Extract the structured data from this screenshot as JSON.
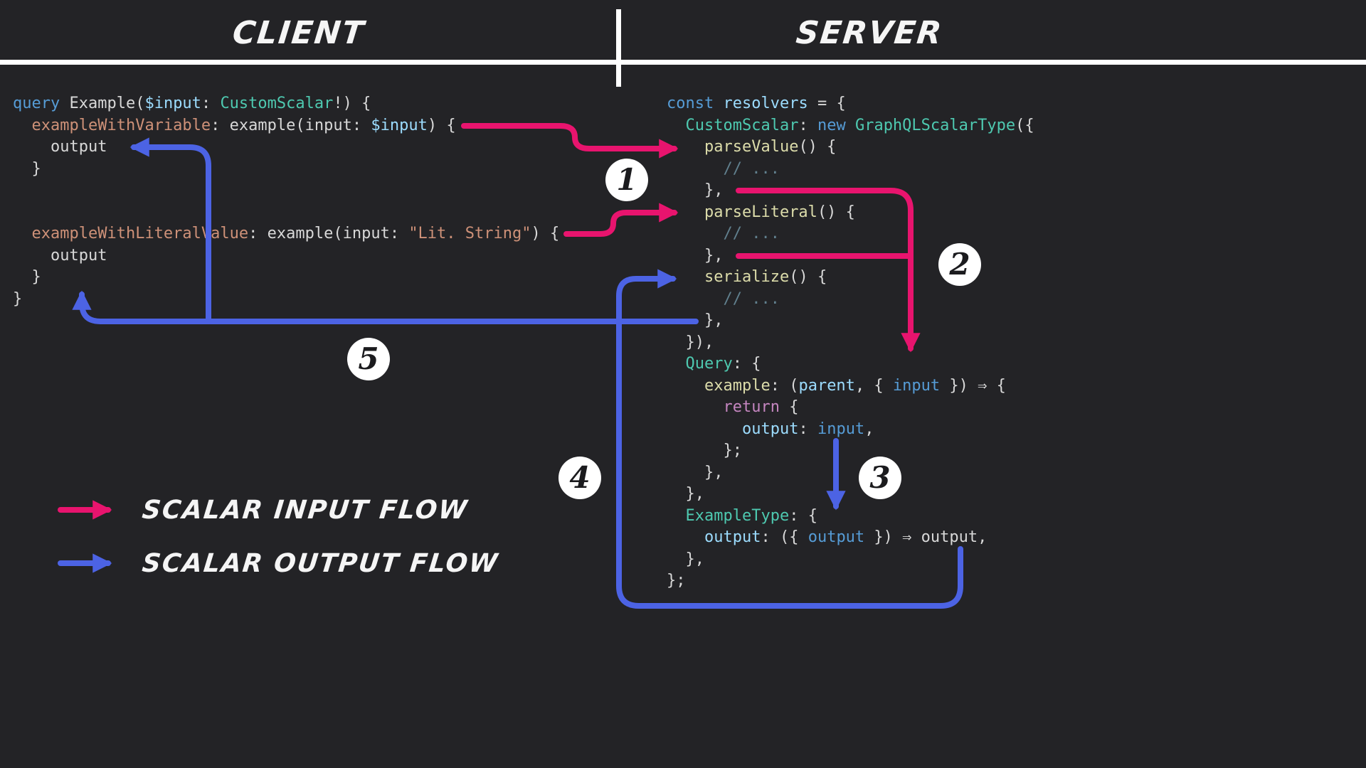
{
  "header": {
    "client": "CLIENT",
    "server": "SERVER"
  },
  "badges": [
    "1",
    "2",
    "3",
    "4",
    "5"
  ],
  "legend": {
    "input": {
      "label": "SCALAR INPUT FLOW",
      "color": "#e8146e"
    },
    "output": {
      "label": "SCALAR OUTPUT FLOW",
      "color": "#4c63e4"
    }
  },
  "colors": {
    "background": "#232326",
    "input_flow": "#e8146e",
    "output_flow": "#4c63e4",
    "badge_bg": "#ffffff",
    "badge_text": "#1b1b1e",
    "heading_text": "#f5f5f5",
    "syntax": {
      "kw": "#569cd6",
      "kp": "#c586c0",
      "ty": "#4ec9b0",
      "fn": "#dcdcaa",
      "at": "#ce9178",
      "st": "#ce9178",
      "cm": "#61808e",
      "vr": "#9cdcfe",
      "bl": "#569cd6",
      "pl": "#d8d8d8"
    }
  },
  "code": {
    "client": [
      [
        {
          "c": "kw",
          "t": "query"
        },
        {
          "c": "pl",
          "t": " Example("
        },
        {
          "c": "vr",
          "t": "$input"
        },
        {
          "c": "pl",
          "t": ": "
        },
        {
          "c": "ty",
          "t": "CustomScalar"
        },
        {
          "c": "pl",
          "t": "!) {"
        }
      ],
      [
        {
          "c": "pl",
          "t": "  "
        },
        {
          "c": "at",
          "t": "exampleWithVariable"
        },
        {
          "c": "pl",
          "t": ": example(input: "
        },
        {
          "c": "vr",
          "t": "$input"
        },
        {
          "c": "pl",
          "t": ") {"
        }
      ],
      [
        {
          "c": "pl",
          "t": "    output"
        }
      ],
      [
        {
          "c": "pl",
          "t": "  }"
        }
      ],
      [],
      [],
      [
        {
          "c": "pl",
          "t": "  "
        },
        {
          "c": "at",
          "t": "exampleWithLiteralValue"
        },
        {
          "c": "pl",
          "t": ": example(input: "
        },
        {
          "c": "st",
          "t": "\"Lit. String\""
        },
        {
          "c": "pl",
          "t": ") {"
        }
      ],
      [
        {
          "c": "pl",
          "t": "    output"
        }
      ],
      [
        {
          "c": "pl",
          "t": "  }"
        }
      ],
      [
        {
          "c": "pl",
          "t": "}"
        }
      ]
    ],
    "server": [
      [
        {
          "c": "kw",
          "t": "const"
        },
        {
          "c": "pl",
          "t": " "
        },
        {
          "c": "vr",
          "t": "resolvers"
        },
        {
          "c": "pl",
          "t": " = {"
        }
      ],
      [
        {
          "c": "pl",
          "t": "  "
        },
        {
          "c": "ty",
          "t": "CustomScalar"
        },
        {
          "c": "pl",
          "t": ": "
        },
        {
          "c": "kw",
          "t": "new"
        },
        {
          "c": "pl",
          "t": " "
        },
        {
          "c": "ty",
          "t": "GraphQLScalarType"
        },
        {
          "c": "pl",
          "t": "({"
        }
      ],
      [
        {
          "c": "pl",
          "t": "    "
        },
        {
          "c": "fn",
          "t": "parseValue"
        },
        {
          "c": "pl",
          "t": "() {"
        }
      ],
      [
        {
          "c": "cm",
          "t": "      // ..."
        }
      ],
      [
        {
          "c": "pl",
          "t": "    },"
        }
      ],
      [
        {
          "c": "pl",
          "t": "    "
        },
        {
          "c": "fn",
          "t": "parseLiteral"
        },
        {
          "c": "pl",
          "t": "() {"
        }
      ],
      [
        {
          "c": "cm",
          "t": "      // ..."
        }
      ],
      [
        {
          "c": "pl",
          "t": "    },"
        }
      ],
      [
        {
          "c": "pl",
          "t": "    "
        },
        {
          "c": "fn",
          "t": "serialize"
        },
        {
          "c": "pl",
          "t": "() {"
        }
      ],
      [
        {
          "c": "cm",
          "t": "      // ..."
        }
      ],
      [
        {
          "c": "pl",
          "t": "    },"
        }
      ],
      [
        {
          "c": "pl",
          "t": "  }),"
        }
      ],
      [
        {
          "c": "pl",
          "t": "  "
        },
        {
          "c": "ty",
          "t": "Query"
        },
        {
          "c": "pl",
          "t": ": {"
        }
      ],
      [
        {
          "c": "pl",
          "t": "    "
        },
        {
          "c": "fn",
          "t": "example"
        },
        {
          "c": "pl",
          "t": ": ("
        },
        {
          "c": "vr",
          "t": "parent"
        },
        {
          "c": "pl",
          "t": ", { "
        },
        {
          "c": "bl",
          "t": "input"
        },
        {
          "c": "pl",
          "t": " }) ⇒ {"
        }
      ],
      [
        {
          "c": "pl",
          "t": "      "
        },
        {
          "c": "kp",
          "t": "return"
        },
        {
          "c": "pl",
          "t": " {"
        }
      ],
      [
        {
          "c": "pl",
          "t": "        "
        },
        {
          "c": "vr",
          "t": "output"
        },
        {
          "c": "pl",
          "t": ": "
        },
        {
          "c": "bl",
          "t": "input"
        },
        {
          "c": "pl",
          "t": ","
        }
      ],
      [
        {
          "c": "pl",
          "t": "      };"
        }
      ],
      [
        {
          "c": "pl",
          "t": "    },"
        }
      ],
      [
        {
          "c": "pl",
          "t": "  },"
        }
      ],
      [
        {
          "c": "pl",
          "t": "  "
        },
        {
          "c": "ty",
          "t": "ExampleType"
        },
        {
          "c": "pl",
          "t": ": {"
        }
      ],
      [
        {
          "c": "pl",
          "t": "    "
        },
        {
          "c": "vr",
          "t": "output"
        },
        {
          "c": "pl",
          "t": ": ({ "
        },
        {
          "c": "bl",
          "t": "output"
        },
        {
          "c": "pl",
          "t": " }) ⇒ output,"
        }
      ],
      [
        {
          "c": "pl",
          "t": "  },"
        }
      ],
      [
        {
          "c": "pl",
          "t": "};"
        }
      ]
    ]
  }
}
